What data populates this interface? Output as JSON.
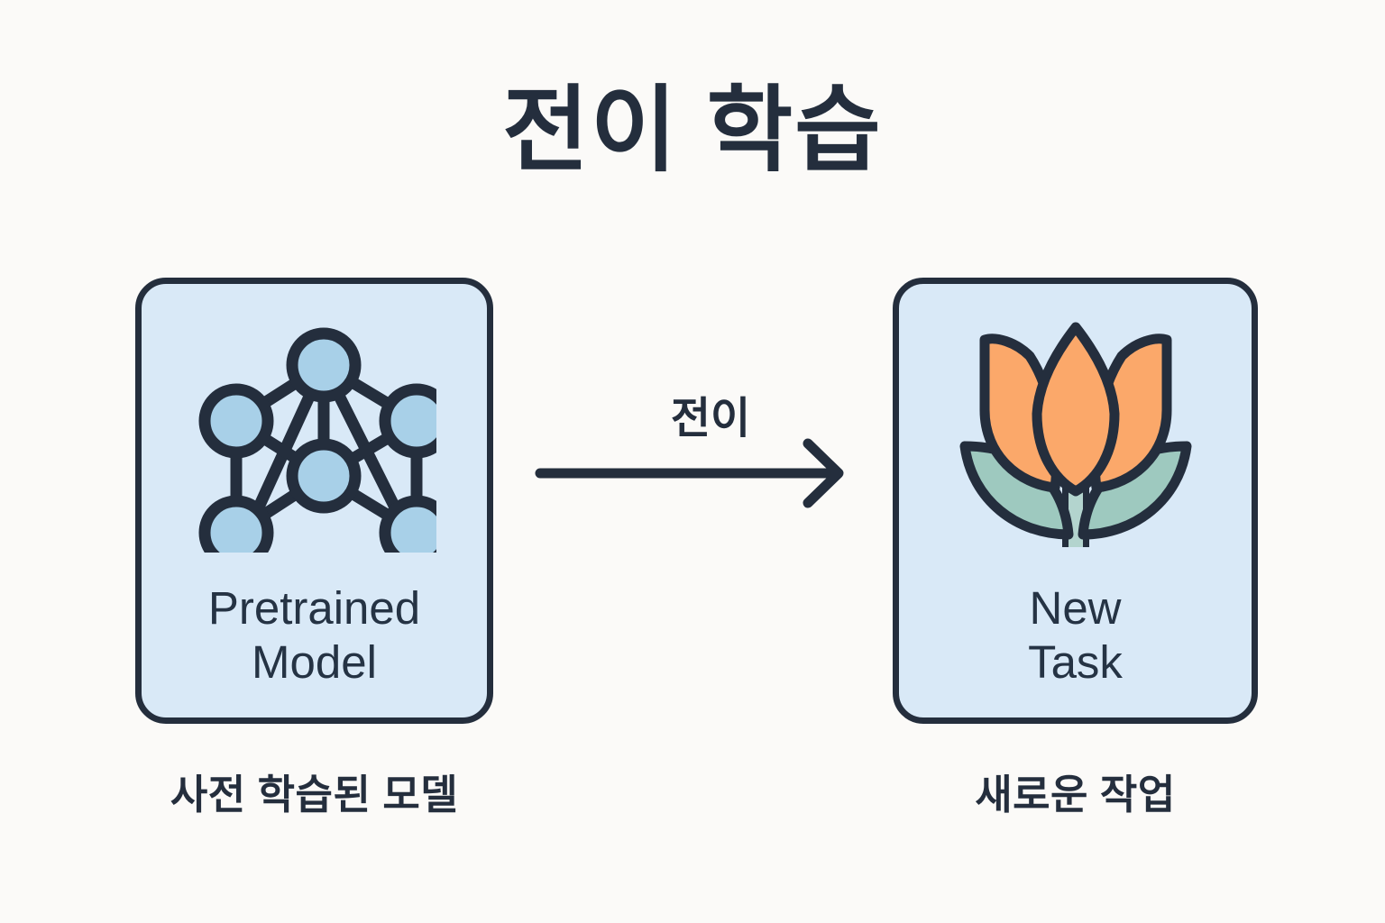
{
  "page": {
    "title": "전이 학습",
    "background_color": "#fbfaf8",
    "ink_color": "#242e3d"
  },
  "diagram": {
    "left_card": {
      "label": "Pretrained\nModel",
      "caption": "사전 학습된 모델",
      "icon_name": "neural-network-icon",
      "fill_color": "#d9e9f7",
      "node_color": "#a8d0e8"
    },
    "arrow": {
      "label": "전이",
      "direction": "right",
      "color": "#242e3d"
    },
    "right_card": {
      "label": "New\nTask",
      "caption": "새로운 작업",
      "icon_name": "tulip-icon",
      "fill_color": "#d9e9f7",
      "petal_color": "#fba86a",
      "leaf_color": "#9ec9bf",
      "stem_color": "#b3d4ce"
    }
  }
}
